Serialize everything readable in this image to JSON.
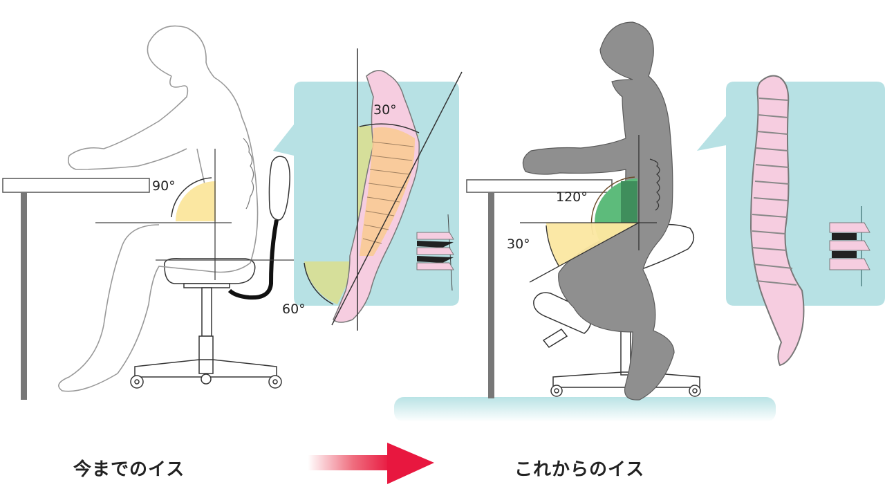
{
  "diagram": {
    "title": "Posture comparison: conventional chair vs kneeling chair",
    "colors": {
      "panel_bg": "#b7e1e4",
      "spine_pink": "#f6cde0",
      "spine_outline": "#777777",
      "angle_yellow": "#fbe7a1",
      "angle_green": "#5dbb7b",
      "angle_dark_green": "#3f8e5c",
      "figure_gray": "#8f8f8f",
      "arrow_red": "#e8173f",
      "floor_teal": "#c4e8ea"
    },
    "left": {
      "caption": "今までのイス",
      "hip_angle": "90°",
      "spine_tilt_angle": "30°",
      "pelvis_angle": "60°",
      "figure_style": "outline",
      "chair_type": "office-chair"
    },
    "right": {
      "caption": "これからのイス",
      "hip_angle": "120°",
      "thigh_angle": "30°",
      "figure_style": "filled-gray",
      "chair_type": "kneeling-chair"
    },
    "arrow": {
      "direction": "right",
      "icon": "arrow-right-icon"
    }
  }
}
